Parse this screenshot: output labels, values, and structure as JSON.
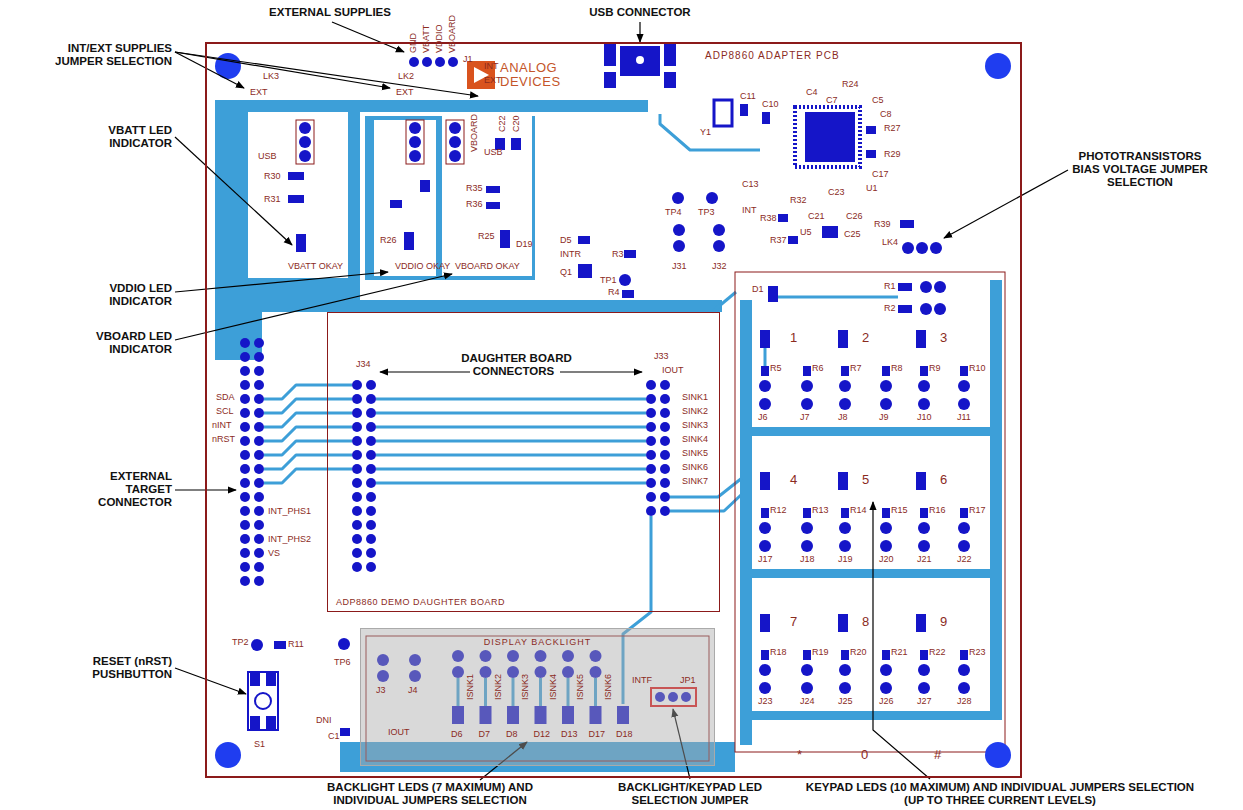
{
  "diagram": {
    "nodes": [
      {
        "text": [
          "ADP8860 ADAPTER PCB"
        ]
      },
      {
        "text": [
          "ADP8860 DEMO DAUGHTER BOARD"
        ],
        "in": 0
      },
      {
        "text": [
          "DISPLAY BACKLIGHT"
        ],
        "in": 0
      }
    ],
    "labels": [
      "EXTERNAL SUPPLIES",
      "USB CONNECTOR",
      "INT/EXT SUPPLIES JUMPER SELECTION",
      "VBATT LED INDICATOR",
      "VDDIO LED INDICATOR",
      "VBOARD LED INDICATOR",
      "PHOTOTRANSISTORS BIAS VOLTAGE JUMPER SELECTION",
      "DAUGHTER BOARD CONNECTORS",
      "EXTERNAL TARGET CONNECTOR",
      "RESET (nRST) PUSHBUTTON",
      "BACKLIGHT LEDS (7 MAXIMUM) AND INDIVIDUAL JUMPERS SELECTION",
      "BACKLIGHT/KEYPAD LED SELECTION JUMPER",
      "KEYPAD LEDS (10 MAXIMUM) AND INDIVIDUAL JUMPERS SELECTION (UP TO THREE CURRENT LEVELS)",
      "ANALOG DEVICES",
      "GND",
      "VBATT",
      "VDDIO",
      "VBOARD",
      "J1",
      "LK3",
      "EXT",
      "USB",
      "R30",
      "R31",
      "VBATT OKAY",
      "LK2",
      "EXT",
      "R26",
      "VDDIO OKAY",
      "INT",
      "EXT",
      "VBOARD",
      "USB",
      "R35",
      "R36",
      "C22",
      "C20",
      "R25",
      "D19",
      "VBOARD OKAY",
      "C11",
      "C10",
      "C4",
      "C7",
      "R24",
      "C5",
      "C8",
      "R27",
      "R29",
      "C17",
      "U1",
      "Y1",
      "C13",
      "C23",
      "R32",
      "C21",
      "C26",
      "U5",
      "C25",
      "R39",
      "LK4",
      "INT",
      "TP4",
      "TP3",
      "J31",
      "J32",
      "R38",
      "R37",
      "D5",
      "INTR",
      "R3",
      "Q1",
      "TP1",
      "R4",
      "D1",
      "R1",
      "R2",
      "J34",
      "J33",
      "IOUT",
      "SDA",
      "SCL",
      "nINT",
      "nRST",
      "INT_PHS1",
      "INT_PHS2",
      "VS",
      "SINK1",
      "SINK2",
      "SINK3",
      "SINK4",
      "SINK5",
      "SINK6",
      "SINK7",
      "1",
      "2",
      "3",
      "4",
      "5",
      "6",
      "7",
      "8",
      "9",
      "R5",
      "R6",
      "R7",
      "R8",
      "R9",
      "R10",
      "R12",
      "R13",
      "R14",
      "R15",
      "R16",
      "R17",
      "R18",
      "R19",
      "R20",
      "R21",
      "R22",
      "R23",
      "J6",
      "J7",
      "J8",
      "J9",
      "J10",
      "J11",
      "J17",
      "J18",
      "J19",
      "J20",
      "J21",
      "J22",
      "J23",
      "J24",
      "J25",
      "J26",
      "J27",
      "J28",
      "*",
      "0",
      "#",
      "ISNK1",
      "ISNK2",
      "ISNK3",
      "ISNK4",
      "ISNK5",
      "ISNK6",
      "J3",
      "J4",
      "IOUT",
      "D6",
      "D7",
      "D8",
      "D12",
      "D13",
      "D17",
      "D18",
      "INTF",
      "JP1",
      "TP2",
      "R11",
      "TP6",
      "S1",
      "DNI",
      "C1"
    ]
  }
}
